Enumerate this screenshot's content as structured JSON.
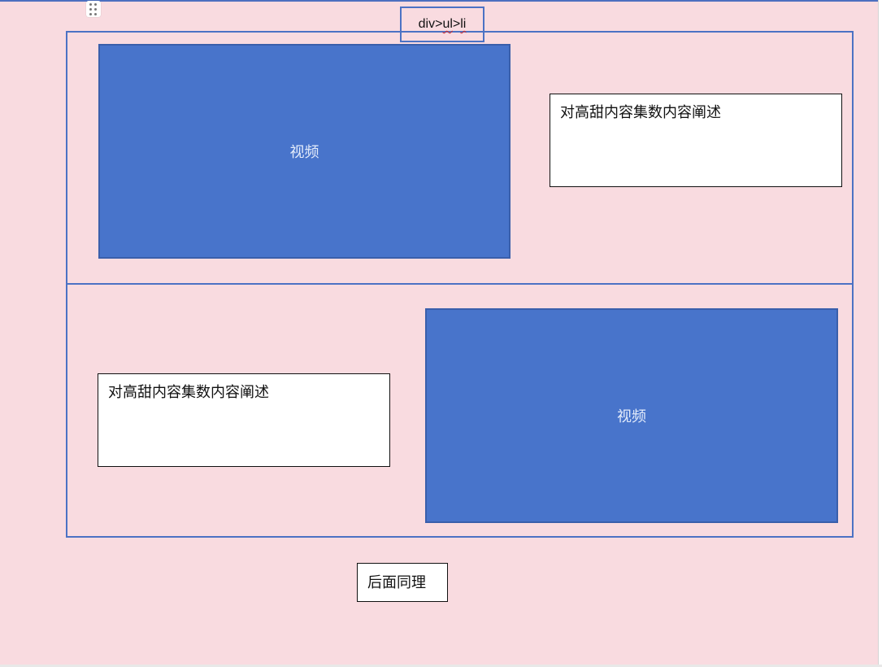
{
  "tag_label": {
    "prefix": "div>",
    "ul": "ul",
    "gt": ">",
    "li": "li"
  },
  "sections": [
    {
      "video_label": "视频",
      "description": "对高甜内容集数内容阐述"
    },
    {
      "video_label": "视频",
      "description": "对高甜内容集数内容阐述"
    }
  ],
  "footer_note": "后面同理",
  "colors": {
    "background": "#f9dbe0",
    "outline": "#4c72c4",
    "video_fill": "#4874cb",
    "text_box": "#ffffff"
  },
  "icons": {
    "drag_handle": "drag-handle-icon"
  }
}
